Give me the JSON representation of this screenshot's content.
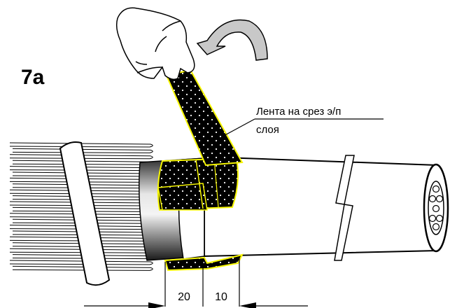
{
  "figure": {
    "step_label": "7a",
    "callout": {
      "line1": "Лента на срез э/п",
      "line2": "слоя"
    },
    "dimensions": {
      "left": "20",
      "right": "10"
    }
  },
  "colors": {
    "tape_fill": "#000000",
    "tape_outline": "#ffff00",
    "arrow_fill": "#c8c8c8",
    "line": "#000000"
  },
  "icons": [
    "hand-icon",
    "rotate-arrow-icon"
  ]
}
